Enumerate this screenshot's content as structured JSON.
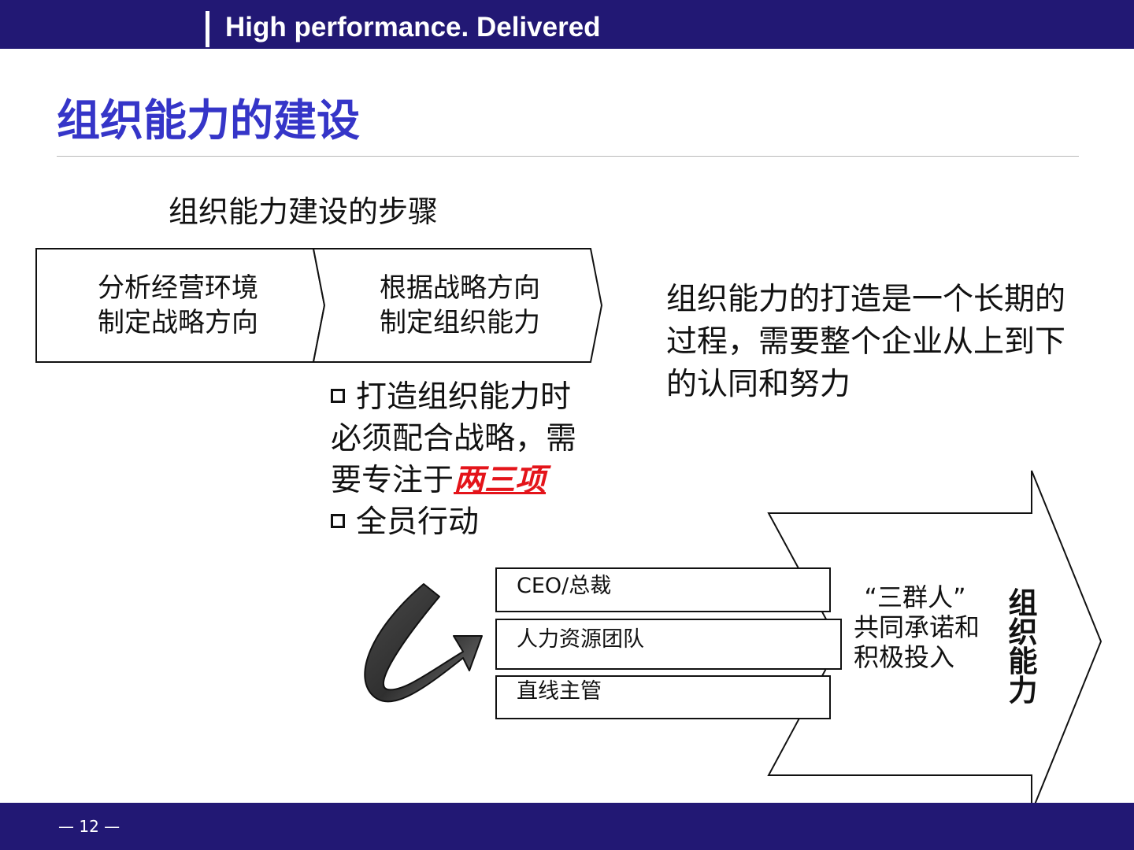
{
  "header": {
    "tagline": "High performance. Delivered",
    "bar_color": "#221874"
  },
  "title": "组织能力的建设",
  "title_color": "#3535c8",
  "steps": {
    "heading": "组织能力建设的步骤",
    "items": [
      {
        "line1": "分析经营环境",
        "line2": "制定战略方向"
      },
      {
        "line1": "根据战略方向",
        "line2": "制定组织能力"
      }
    ]
  },
  "bullets": {
    "item1_text": "打造组织能力时必须配合战略，需要专注于",
    "item1_emphasis": "两三项",
    "emphasis_color": "#e4141a",
    "item2_text": "全员行动"
  },
  "statement": {
    "lines": [
      "组织能力的打造是一个长期的",
      "过程，需要整个企业从上到下",
      "的认同和努力"
    ]
  },
  "diagram": {
    "groups": [
      "CEO/总裁",
      "人力资源团队",
      "直线主管"
    ],
    "center_line1": "“三群人”",
    "center_line2": "共同承诺和",
    "center_line3": "积极投入",
    "result": "组织能力",
    "curved_arrow_icon": "curved-arrow-icon"
  },
  "footer": {
    "page_number": "— 12 —"
  }
}
